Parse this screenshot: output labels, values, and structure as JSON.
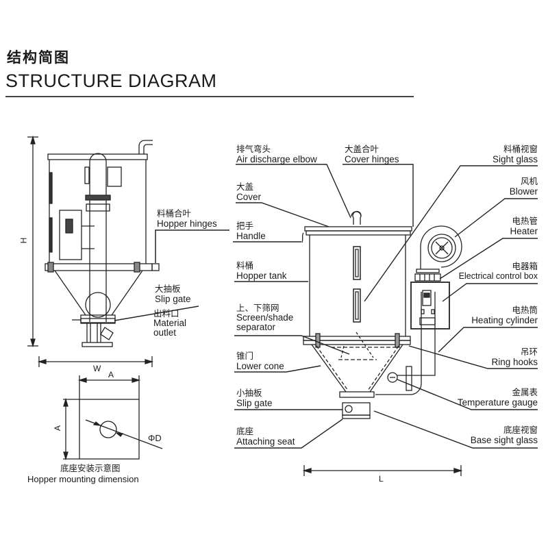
{
  "header": {
    "title_cn": "结构简图",
    "title_en": "STRUCTURE DIAGRAM"
  },
  "side_view": {
    "labels": {
      "hopper_hinges": {
        "cn": "料桶合叶",
        "en": "Hopper hinges"
      },
      "slip_gate": {
        "cn": "大抽板",
        "en": "Slip gate"
      },
      "material_outlet": {
        "cn": "出料口",
        "en1": "Material",
        "en2": "outlet"
      }
    },
    "dimensions": {
      "height": "H",
      "width": "W"
    }
  },
  "mounting": {
    "caption_cn": "底座安装示意图",
    "caption_en": "Hopper mounting dimension",
    "dim_a_top": "A",
    "dim_a_side": "A",
    "dim_d": "ΦD"
  },
  "front_view": {
    "left_labels": [
      {
        "cn": "排气弯头",
        "en": "Air discharge elbow"
      },
      {
        "cn": "大盖",
        "en": "Cover"
      },
      {
        "cn": "把手",
        "en": "Handle"
      },
      {
        "cn": "料桶",
        "en": "Hopper tank"
      },
      {
        "cn": "上、下筛网",
        "en": "Screen/shade",
        "en2": "separator"
      },
      {
        "cn": "锥门",
        "en": "Lower cone"
      },
      {
        "cn": "小抽板",
        "en": "Slip gate"
      },
      {
        "cn": "底座",
        "en": "Attaching seat"
      }
    ],
    "top_label": {
      "cn": "大盖合叶",
      "en": "Cover hinges"
    },
    "right_labels": [
      {
        "cn": "料桶视窗",
        "en": "Sight glass"
      },
      {
        "cn": "风机",
        "en": "Blower"
      },
      {
        "cn": "电热管",
        "en": "Heater"
      },
      {
        "cn": "电器箱",
        "en": "Electrical control box"
      },
      {
        "cn": "电热筒",
        "en": "Heating cylinder"
      },
      {
        "cn": "吊环",
        "en": "Ring hooks"
      },
      {
        "cn": "金属表",
        "en": "Temperature gauge"
      },
      {
        "cn": "底座视窗",
        "en": "Base sight glass"
      }
    ],
    "dimensions": {
      "length": "L"
    }
  }
}
